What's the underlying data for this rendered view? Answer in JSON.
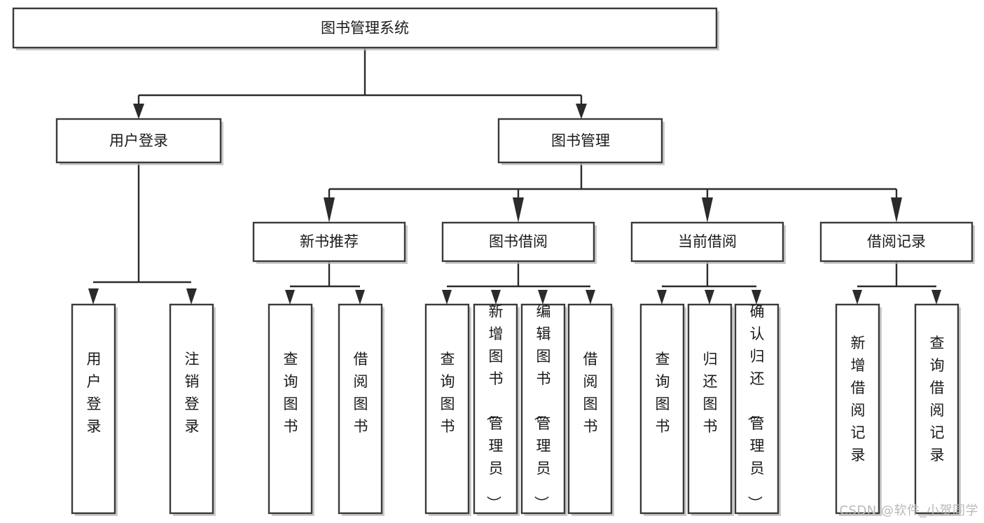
{
  "diagram": {
    "type": "tree",
    "title": "图书管理系统",
    "watermark": "CSDN @软件_小贺同学",
    "colors": {
      "box_stroke": "#3a3a3a",
      "box_fill": "#ffffff",
      "connector": "#2b2b2b",
      "text": "#1a1a1a",
      "watermark": "#b9b9b9",
      "background": "#ffffff"
    },
    "root": {
      "label": "图书管理系统"
    },
    "level2": [
      {
        "label": "用户登录"
      },
      {
        "label": "图书管理"
      }
    ],
    "level3": [
      {
        "label": "新书推荐"
      },
      {
        "label": "图书借阅"
      },
      {
        "label": "当前借阅"
      },
      {
        "label": "借阅记录"
      }
    ],
    "leaves": {
      "user_login": [
        {
          "label": "用户登录"
        },
        {
          "label": "注销登录"
        }
      ],
      "new_book_recommend": [
        {
          "label": "查询图书"
        },
        {
          "label": "借阅图书"
        }
      ],
      "book_borrow": [
        {
          "label": "查询图书"
        },
        {
          "label": "新增图书（管理员）"
        },
        {
          "label": "编辑图书（管理员）"
        },
        {
          "label": "借阅图书"
        }
      ],
      "current_borrow": [
        {
          "label": "查询图书"
        },
        {
          "label": "归还图书"
        },
        {
          "label": "确认归还（管理员）"
        }
      ],
      "borrow_record": [
        {
          "label": "新增借阅记录"
        },
        {
          "label": "查询借阅记录"
        }
      ]
    }
  }
}
